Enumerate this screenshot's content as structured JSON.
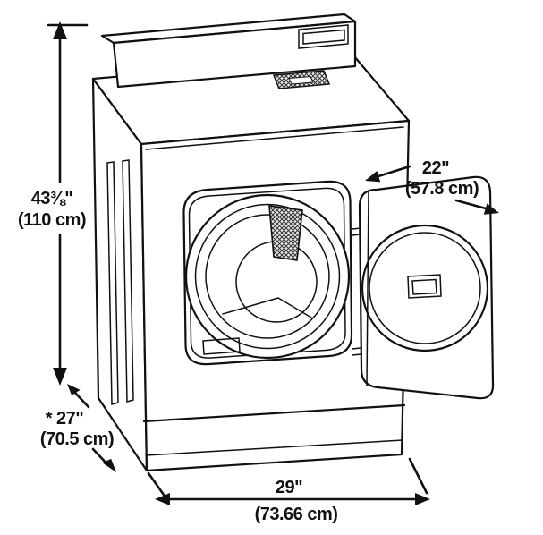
{
  "colors": {
    "ink": "#111111",
    "paper": "#ffffff"
  },
  "dims": {
    "height": {
      "imperial": "43⅜\"",
      "metric": "(110 cm)"
    },
    "door_width": {
      "imperial": "22\"",
      "metric": "(57.8 cm)"
    },
    "depth": {
      "imperial": "* 27\"",
      "metric": "(70.5 cm)"
    },
    "width": {
      "imperial": "29\"",
      "metric": "(73.66 cm)"
    }
  }
}
